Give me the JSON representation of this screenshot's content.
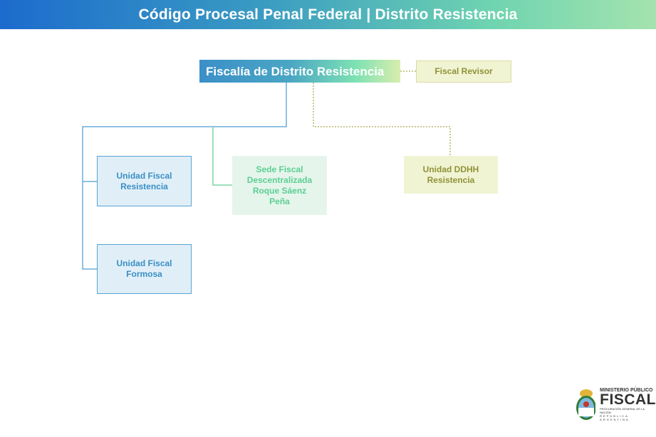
{
  "header": {
    "title": "Código Procesal Penal Federal | Distrito Resistencia"
  },
  "nodes": {
    "main": "Fiscalía de Distrito Resistencia",
    "revisor": "Fiscal Revisor",
    "unidad_resistencia": "Unidad Fiscal Resistencia",
    "unidad_formosa": "Unidad Fiscal Formosa",
    "sede": "Sede Fiscal Descentralizada Roque Sáenz Peña",
    "ddhh": "Unidad DDHH Resistencia"
  },
  "logo": {
    "line1": "MINISTERIO PÚBLICO",
    "line2": "FISCAL",
    "line3": "PROCURACIÓN GENERAL DE LA NACIÓN",
    "line4": "REPÚBLICA ARGENTINA"
  },
  "colors": {
    "blue": "#3b8ec5",
    "green": "#5ccf92",
    "olive": "#8f9238"
  }
}
